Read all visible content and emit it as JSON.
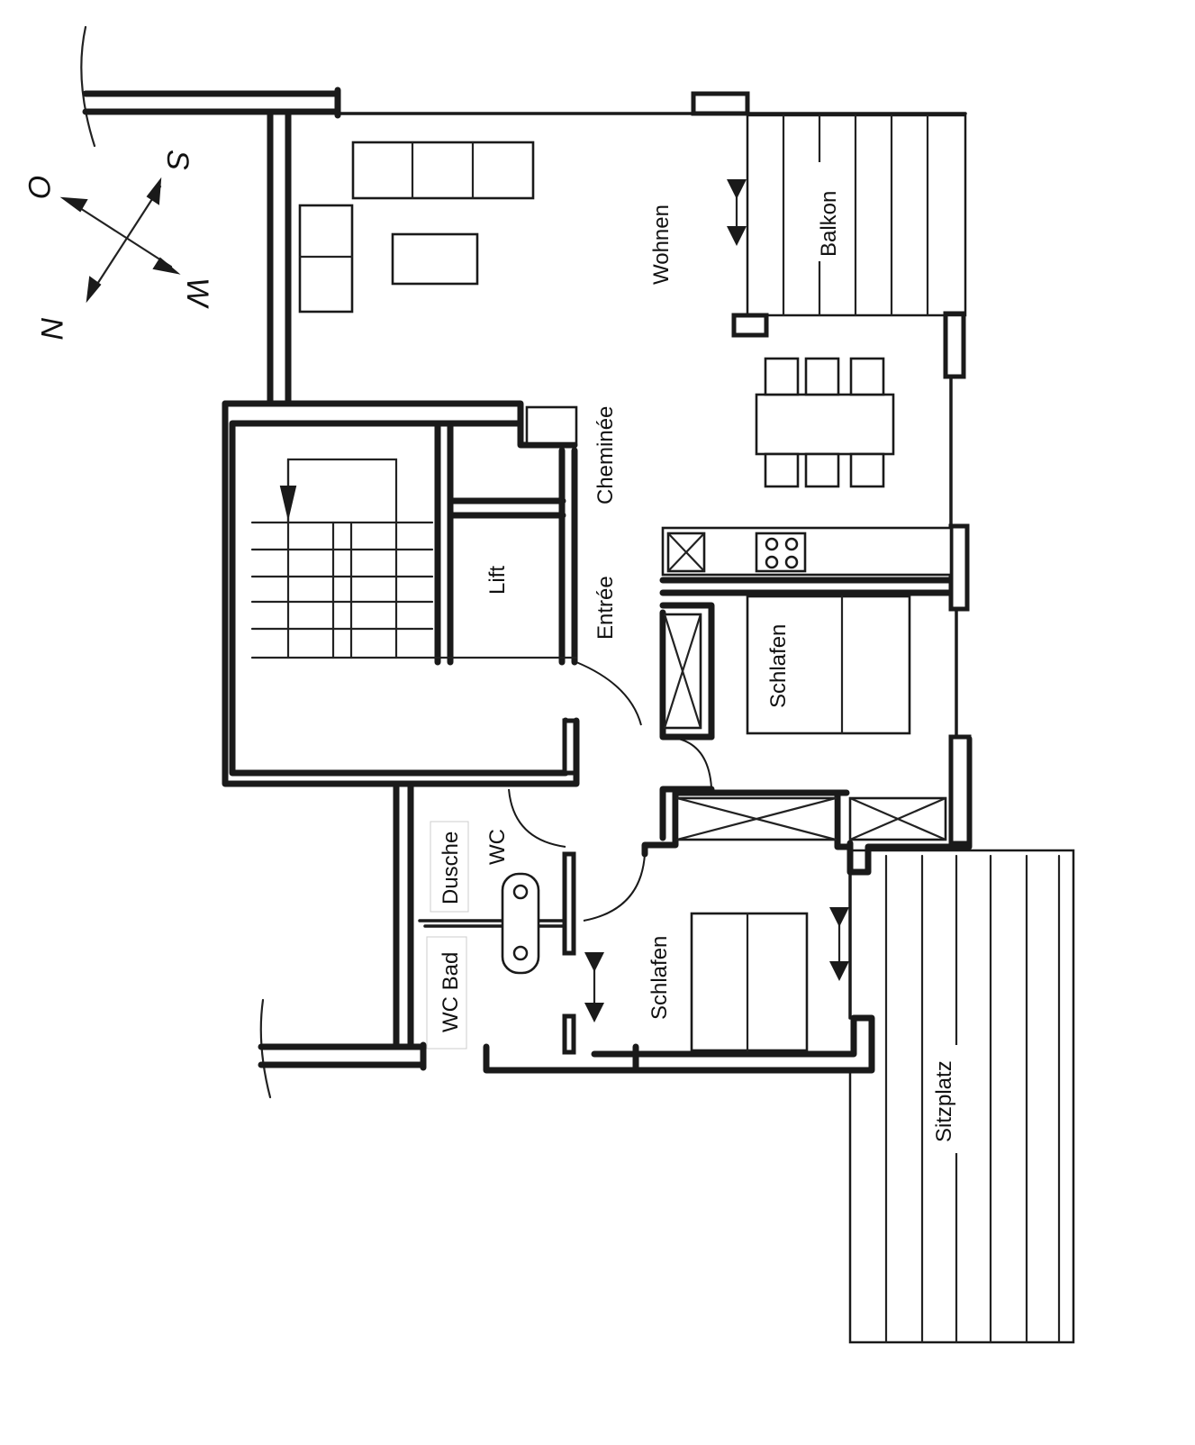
{
  "rooms": {
    "wohnen": "Wohnen",
    "balkon": "Balkon",
    "cheminee": "Cheminée",
    "lift": "Lift",
    "entree": "Entrée",
    "schlafen_1": "Schlafen",
    "schlafen_2": "Schlafen",
    "dusche": "Dusche",
    "wc": "WC",
    "wc_bad": "WC Bad",
    "sitzplatz": "Sitzplatz"
  },
  "compass": {
    "south": "S",
    "east": "O",
    "west": "W",
    "north": "N"
  }
}
